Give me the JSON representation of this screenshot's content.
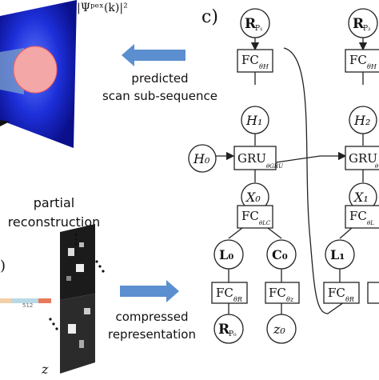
{
  "panel_c": {
    "label": "c)",
    "nodes": {
      "r_p1": "R",
      "r_p1_sub": "P₁",
      "r_p2": "R",
      "r_p2_sub": "P₂",
      "fc_h": "FC",
      "fc_h_sub": "θH",
      "fc_h2": "FC",
      "fc_h2_sub": "θH",
      "h1": "H₁",
      "h2": "H₂",
      "h0": "H₀",
      "gru": "GRU",
      "gru_sub": "θGRU",
      "gru2": "GRU",
      "gru2_sub": "θ",
      "x0": "X₀",
      "x1": "X₁",
      "fc_lc": "FC",
      "fc_lc_sub": "θLC",
      "fc_lc2": "FC",
      "fc_lc2_sub": "θL",
      "l0": "L₀",
      "c0": "C₀",
      "l1": "L₁",
      "fc_r": "FC",
      "fc_r_sub": "θR",
      "fc_z": "FC",
      "fc_z_sub": "θz",
      "fc_r2": "FC",
      "fc_r2_sub": "θR",
      "r_p0": "R",
      "r_p0_sub": "P₀",
      "z0": "z₀"
    }
  },
  "left_panel": {
    "formula": "|Ψᵖᵉˣ(k)|²",
    "predicted_line1": "predicted",
    "predicted_line2": "scan sub-sequence",
    "partial_line1": "partial",
    "partial_line2": "reconstruction",
    "compressed_line1": "compressed",
    "compressed_line2": "representation",
    "bar_tick": "512",
    "z_label": "z",
    "paren": ")",
    "arrow_color": "#5b8fcf"
  }
}
